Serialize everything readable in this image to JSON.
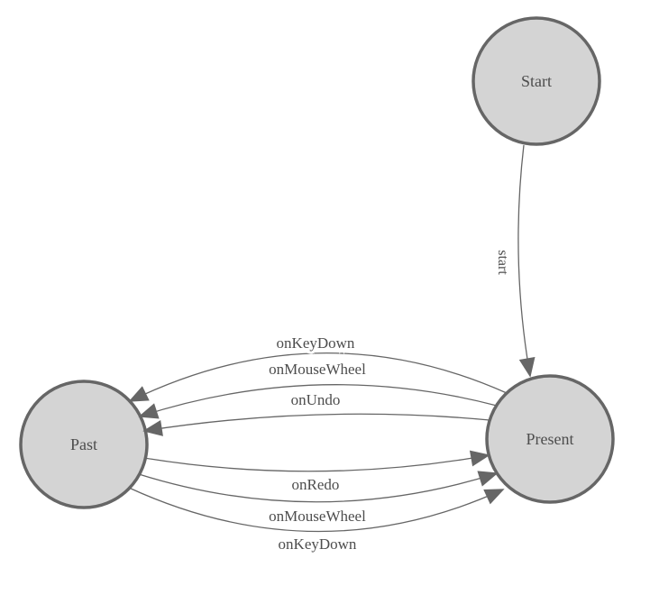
{
  "diagram": {
    "kind": "finite-state-machine",
    "colors": {
      "background": "#ffffff",
      "node_fill": "#d4d4d4",
      "node_stroke": "#666666",
      "edge_stroke": "#666666",
      "arrowhead_fill": "#666666",
      "label_text": "#4d4d4d"
    },
    "nodes": {
      "start": {
        "label": "Start"
      },
      "present": {
        "label": "Present"
      },
      "past": {
        "label": "Past"
      }
    },
    "edges": {
      "start_to_present": {
        "from": "Start",
        "to": "Present",
        "label": "start"
      },
      "present_to_past_keydown": {
        "from": "Present",
        "to": "Past",
        "label": "onKeyDown"
      },
      "present_to_past_mousewheel": {
        "from": "Present",
        "to": "Past",
        "label": "onMouseWheel"
      },
      "present_to_past_undo": {
        "from": "Present",
        "to": "Past",
        "label": "onUndo"
      },
      "past_to_present_redo": {
        "from": "Past",
        "to": "Present",
        "label": "onRedo"
      },
      "past_to_present_mousewheel": {
        "from": "Past",
        "to": "Present",
        "label": "onMouseWheel"
      },
      "past_to_present_keydown": {
        "from": "Past",
        "to": "Present",
        "label": "onKeyDown"
      }
    }
  }
}
